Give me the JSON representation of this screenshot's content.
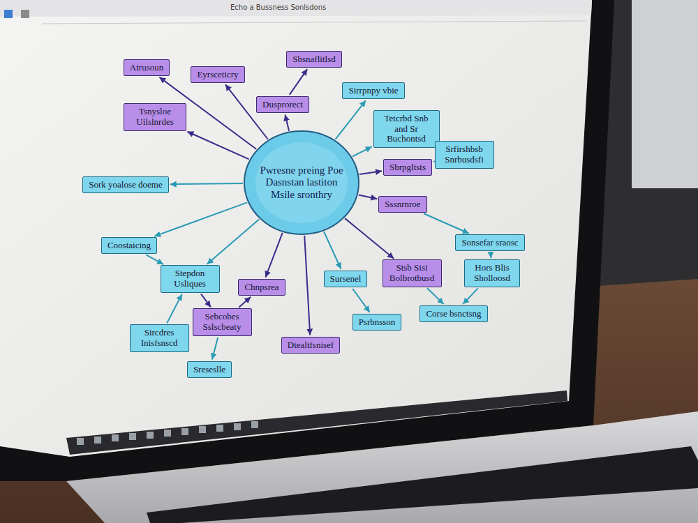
{
  "diagram": {
    "nodes": [
      {
        "text": [
          "Atrusoun"
        ]
      },
      {
        "text": [
          "Eyrsceticry"
        ]
      },
      {
        "text": [
          "Sbsnaflitlsd"
        ]
      },
      {
        "text": [
          "Dusprorect"
        ]
      },
      {
        "text": [
          "Sirrpnpy vbie"
        ]
      },
      {
        "text": [
          "Tsnysloe Uilslnrdes"
        ]
      },
      {
        "text": [
          "Tetcrbd Snb and Sr Buchontsd"
        ]
      },
      {
        "text": [
          "Srfirshbsb Snrbusdsfi"
        ]
      },
      {
        "text": [
          "Sbrpgltsts"
        ]
      },
      {
        "text": [
          "Pwresne preing Poe Dasnstan lastiton Msile sronthry"
        ]
      },
      {
        "text": [
          "Sork yoalose doeme"
        ]
      },
      {
        "text": [
          "Sssnrnroe"
        ]
      },
      {
        "text": [
          "Coostaicing"
        ]
      },
      {
        "text": [
          "Sonsefar sraosc"
        ]
      },
      {
        "text": [
          "Hors Blis Sholloosd"
        ]
      },
      {
        "text": [
          "Stsb Sisi Bolbrotbusd"
        ]
      },
      {
        "text": [
          "Stepdon Usliques"
        ]
      },
      {
        "text": [
          "Chnpsrea"
        ]
      },
      {
        "text": [
          "Sursenel"
        ]
      },
      {
        "text": [
          "Corse bsnctsng"
        ]
      },
      {
        "text": [
          "Sebcobes Sslscbeaty"
        ]
      },
      {
        "text": [
          "Psrbnsson"
        ]
      },
      {
        "text": [
          "Sircdres Inisfsnscd"
        ]
      },
      {
        "text": [
          "Dtealtfsnisef"
        ]
      },
      {
        "text": [
          "Sreseslle"
        ]
      }
    ],
    "edges": [
      {
        "from": 9,
        "to": 0,
        "arrow": "to"
      },
      {
        "from": 9,
        "to": 1,
        "arrow": "to"
      },
      {
        "from": 9,
        "to": 3,
        "arrow": "to"
      },
      {
        "from": 3,
        "to": 2,
        "arrow": "to"
      },
      {
        "from": 9,
        "to": 4,
        "arrow": "to"
      },
      {
        "from": 9,
        "to": 5,
        "arrow": "to"
      },
      {
        "from": 9,
        "to": 6,
        "arrow": "to"
      },
      {
        "from": 6,
        "to": 7,
        "arrow": "to"
      },
      {
        "from": 8,
        "to": 7,
        "arrow": "to"
      },
      {
        "from": 9,
        "to": 8,
        "arrow": "to"
      },
      {
        "from": 9,
        "to": 10,
        "arrow": "to"
      },
      {
        "from": 9,
        "to": 11,
        "arrow": "to"
      },
      {
        "from": 11,
        "to": 13,
        "arrow": "to"
      },
      {
        "from": 13,
        "to": 14,
        "arrow": "to"
      },
      {
        "from": 9,
        "to": 12,
        "arrow": "to"
      },
      {
        "from": 12,
        "to": 16,
        "arrow": "to"
      },
      {
        "from": 9,
        "to": 16,
        "arrow": "to"
      },
      {
        "from": 9,
        "to": 17,
        "arrow": "to"
      },
      {
        "from": 9,
        "to": 18,
        "arrow": "to"
      },
      {
        "from": 18,
        "to": 21,
        "arrow": "to"
      },
      {
        "from": 9,
        "to": 15,
        "arrow": "to"
      },
      {
        "from": 15,
        "to": 19,
        "arrow": "to"
      },
      {
        "from": 14,
        "to": 19,
        "arrow": "to"
      },
      {
        "from": 9,
        "to": 23,
        "arrow": "to"
      },
      {
        "from": 16,
        "to": 20,
        "arrow": "to"
      },
      {
        "from": 20,
        "to": 17,
        "arrow": "to"
      },
      {
        "from": 22,
        "to": 16,
        "arrow": "to"
      },
      {
        "from": 20,
        "to": 24,
        "arrow": "to"
      }
    ],
    "labels": [
      "Echo a Bussness Sonlsdons"
    ]
  }
}
